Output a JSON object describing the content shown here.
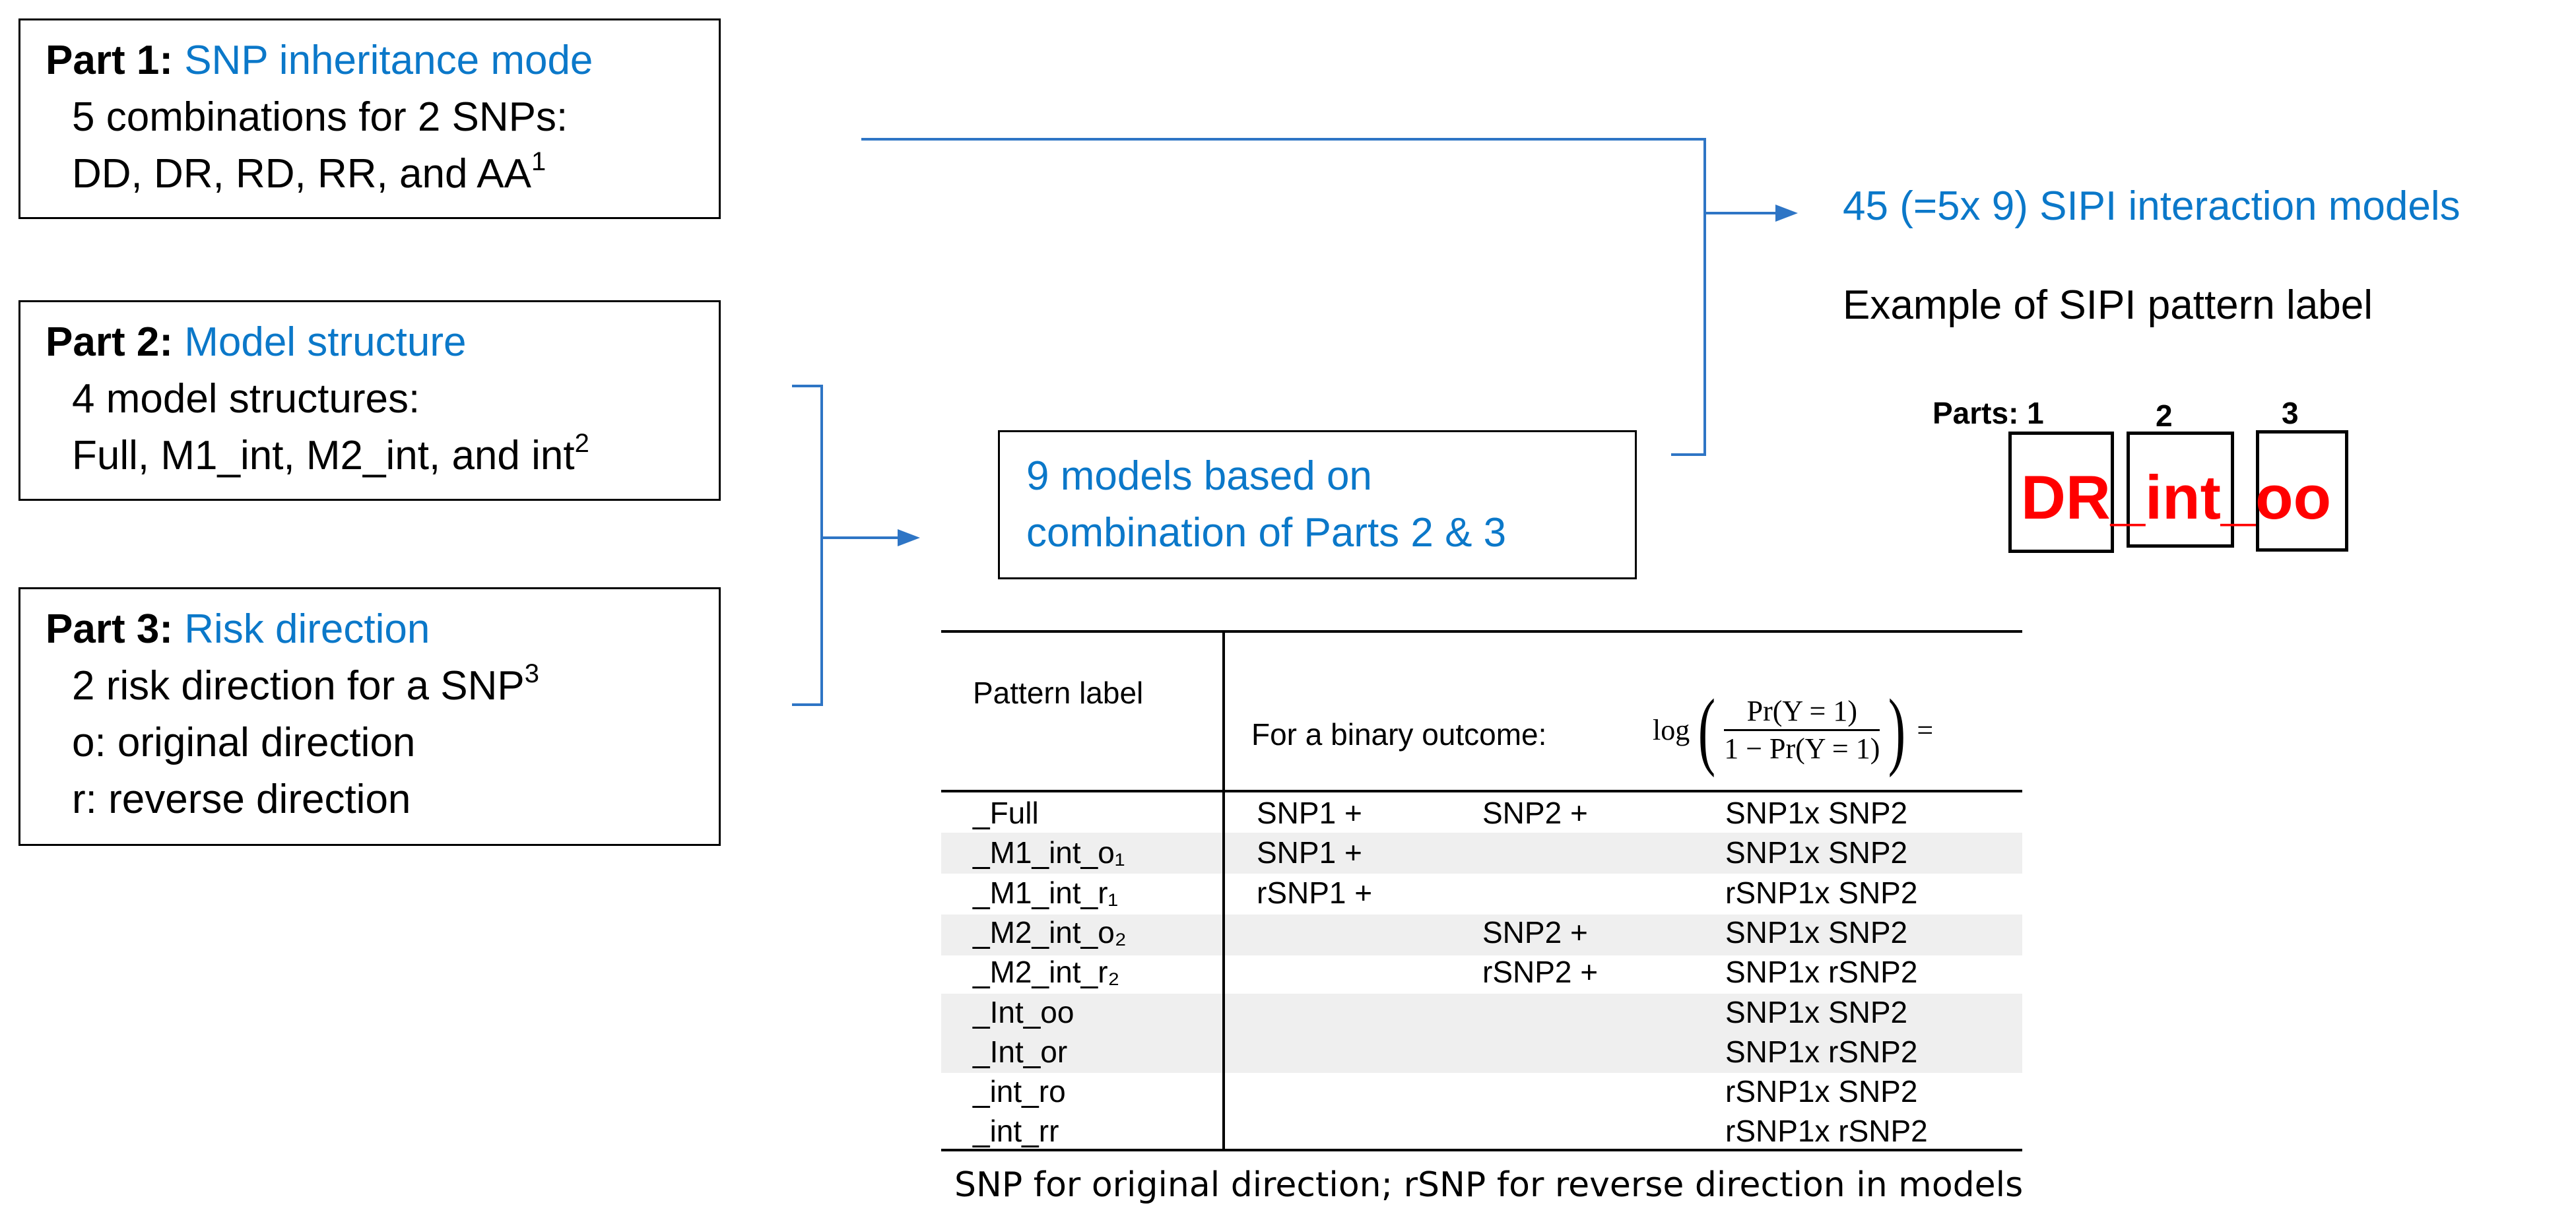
{
  "part1": {
    "bold": "Part 1:",
    "title": "SNP inheritance mode",
    "line1": "5 combinations for 2 SNPs:",
    "line2": "DD, DR, RD, RR, and AA",
    "line2_sup": "1"
  },
  "part2": {
    "bold": "Part 2:",
    "title": "Model structure",
    "line1": "4 model structures:",
    "line2": "Full, M1_int, M2_int, and int",
    "line2_sup": "2"
  },
  "part3": {
    "bold": "Part 3:",
    "title": "Risk direction",
    "line1": "2 risk direction for a SNP",
    "line1_sup": "3",
    "line2": "o: original direction",
    "line3": "r: reverse direction"
  },
  "nine_models": {
    "line1": "9 models based on",
    "line2": "combination of Parts 2 & 3"
  },
  "result": {
    "title": "45 (=5x 9) SIPI interaction models",
    "example": "Example of SIPI pattern label",
    "parts_label": "Parts: 1",
    "part2_num": "2",
    "part3_num": "3",
    "label_text": "DR_int_oo"
  },
  "table": {
    "header_col1": "Pattern label",
    "header_col2": "For a binary outcome:",
    "formula": {
      "log": "log",
      "numerator": "Pr(Y = 1)",
      "denominator": "1 − Pr(Y = 1)",
      "equals": "="
    },
    "rows": [
      {
        "label": "_Full",
        "c1": "SNP1 +",
        "c2": "SNP2 +",
        "c3": "SNP1x  SNP2"
      },
      {
        "label": "_M1_int_o₁",
        "c1": "SNP1 +",
        "c2": "",
        "c3": "SNP1x  SNP2"
      },
      {
        "label": "_M1_int_r₁",
        "c1": "rSNP1 +",
        "c2": "",
        "c3": "rSNP1x  SNP2"
      },
      {
        "label": "_M2_int_o₂",
        "c1": "",
        "c2": "SNP2 +",
        "c3": "SNP1x  SNP2"
      },
      {
        "label": "_M2_int_r₂",
        "c1": "",
        "c2": "rSNP2 +",
        "c3": "SNP1x rSNP2"
      },
      {
        "label": "_Int_oo",
        "c1": "",
        "c2": "",
        "c3": "SNP1x  SNP2"
      },
      {
        "label": "_Int_or",
        "c1": "",
        "c2": "",
        "c3": "SNP1x rSNP2"
      },
      {
        "label": "_int_ro",
        "c1": "",
        "c2": "",
        "c3": "rSNP1x  SNP2"
      },
      {
        "label": "_int_rr",
        "c1": "",
        "c2": "",
        "c3": "rSNP1x rSNP2"
      }
    ],
    "caption": "SNP for original direction; rSNP for reverse direction in models"
  },
  "colors": {
    "accent_blue": "#0b78c9",
    "connector_blue": "#2e75c5",
    "label_red": "#ff0000",
    "row_shade": "#efefef"
  }
}
